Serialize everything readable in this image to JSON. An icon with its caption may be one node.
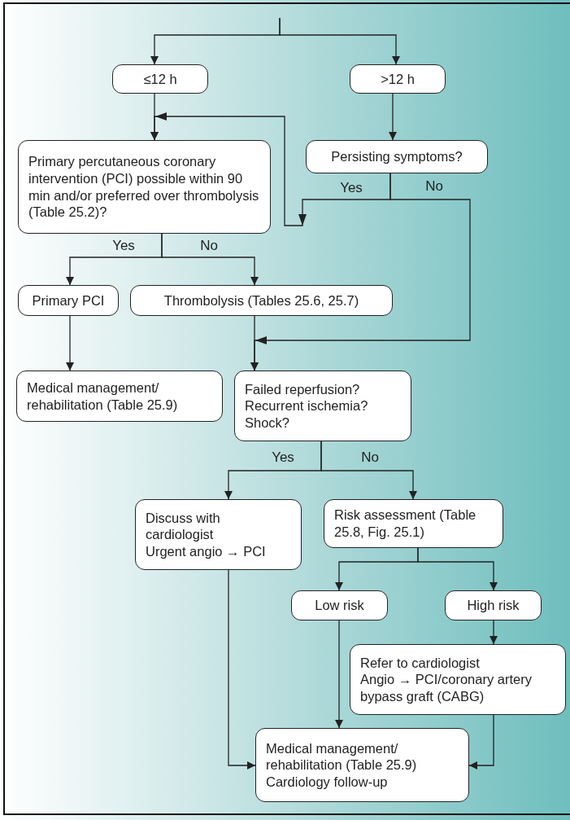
{
  "diagram": {
    "nodes": [
      {
        "text": [
          "≤12 h"
        ]
      },
      {
        "text": [
          ">12 h"
        ]
      },
      {
        "text": [
          "Primary percutaneous coronary intervention (PCI) possible within 90 min and/or preferred over thrombolysis (Table 25.2)?"
        ]
      },
      {
        "text": [
          "Persisting symptoms?"
        ]
      },
      {
        "text": [
          "Primary PCI"
        ]
      },
      {
        "text": [
          "Thrombolysis (Tables 25.6, 25.7)"
        ]
      },
      {
        "text": [
          "Medical management/ rehabilitation (Table 25.9)"
        ]
      },
      {
        "text": [
          "Failed reperfusion?",
          "Recurrent ischemia?",
          "Shock?"
        ]
      },
      {
        "text": [
          "Discuss with cardiologist",
          "Urgent angio → PCI"
        ]
      },
      {
        "text": [
          "Risk assessment (Table 25.8, Fig. 25.1)"
        ]
      },
      {
        "text": [
          "Low risk"
        ]
      },
      {
        "text": [
          "High risk"
        ]
      },
      {
        "text": [
          "Refer to cardiologist",
          "Angio → PCI/coronary artery bypass graft (CABG)"
        ]
      },
      {
        "text": [
          "Medical management/ rehabilitation (Table 25.9)",
          "Cardiology follow-up"
        ]
      }
    ],
    "edges": [
      {
        "from": null,
        "to": 0,
        "arrow": "to"
      },
      {
        "from": null,
        "to": 1,
        "arrow": "to"
      },
      {
        "from": 0,
        "to": 2,
        "arrow": "to"
      },
      {
        "from": 1,
        "to": 3,
        "arrow": "to"
      },
      {
        "from": 3,
        "to": 2,
        "arrow": "to",
        "label": "Yes"
      },
      {
        "from": 3,
        "to": 7,
        "arrow": "to",
        "label": "No"
      },
      {
        "from": 2,
        "to": 4,
        "arrow": "to",
        "label": "Yes"
      },
      {
        "from": 2,
        "to": 5,
        "arrow": "to",
        "label": "No"
      },
      {
        "from": 4,
        "to": 6,
        "arrow": "to"
      },
      {
        "from": 5,
        "to": 7,
        "arrow": "to"
      },
      {
        "from": 7,
        "to": 8,
        "arrow": "to",
        "label": "Yes"
      },
      {
        "from": 7,
        "to": 9,
        "arrow": "to",
        "label": "No"
      },
      {
        "from": 9,
        "to": 10,
        "arrow": "to"
      },
      {
        "from": 9,
        "to": 11,
        "arrow": "to"
      },
      {
        "from": 11,
        "to": 12,
        "arrow": "to"
      },
      {
        "from": 10,
        "to": 13,
        "arrow": "to"
      },
      {
        "from": 8,
        "to": 13,
        "arrow": "to"
      },
      {
        "from": 12,
        "to": 13,
        "arrow": "to"
      }
    ]
  }
}
